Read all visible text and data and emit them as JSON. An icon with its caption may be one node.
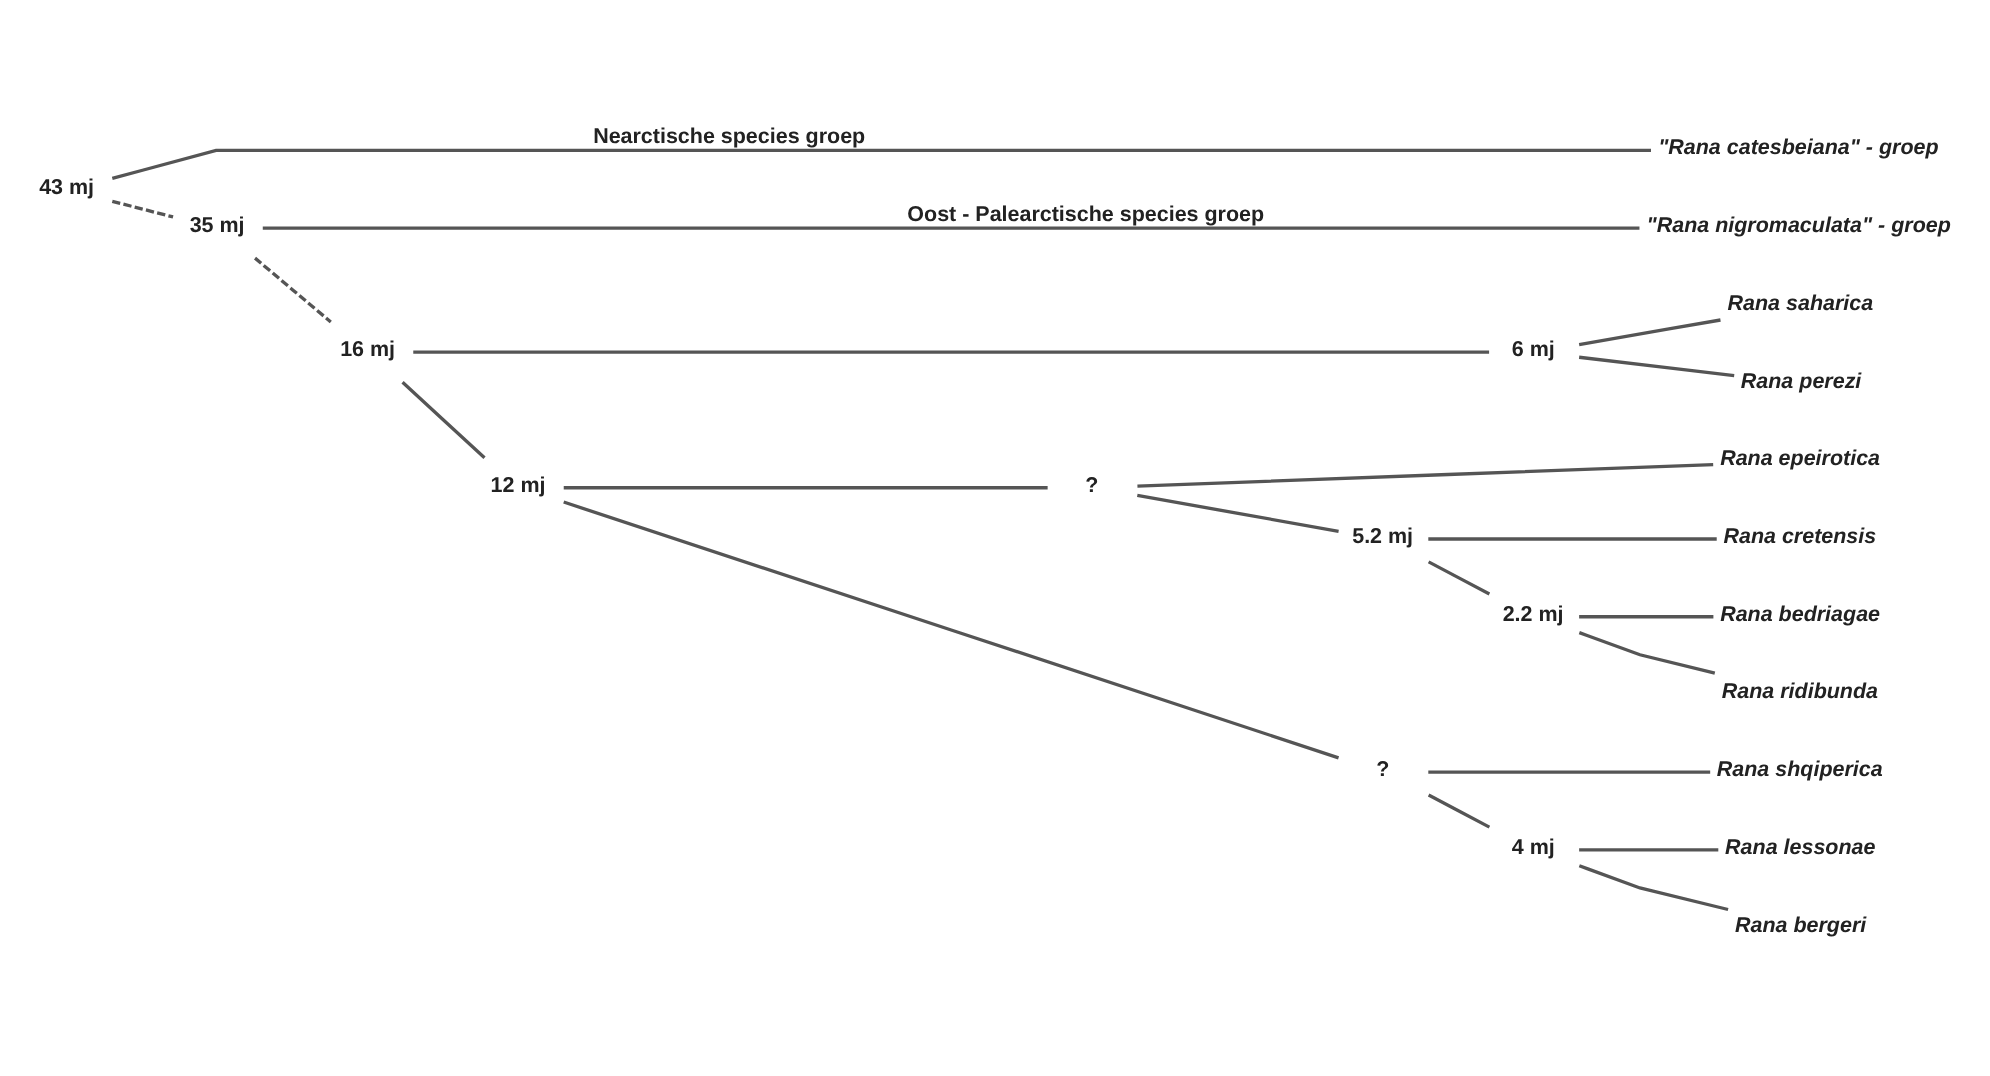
{
  "diagram": {
    "nodes": [
      {
        "text": [
          "43 mj"
        ]
      },
      {
        "text": [
          "\"Rana catesbeiana\" - groep"
        ]
      },
      {
        "text": [
          "35 mj"
        ]
      },
      {
        "text": [
          "\"Rana nigromaculata\" - groep"
        ]
      },
      {
        "text": [
          "16 mj"
        ]
      },
      {
        "text": [
          "6 mj"
        ]
      },
      {
        "text": [
          "Rana saharica"
        ]
      },
      {
        "text": [
          "Rana perezi"
        ]
      },
      {
        "text": [
          "12 mj"
        ]
      },
      {
        "text": [
          "?"
        ]
      },
      {
        "text": [
          "Rana epeirotica"
        ]
      },
      {
        "text": [
          "5.2 mj"
        ]
      },
      {
        "text": [
          "Rana cretensis"
        ]
      },
      {
        "text": [
          "2.2 mj"
        ]
      },
      {
        "text": [
          "Rana bedriagae"
        ]
      },
      {
        "text": [
          "Rana ridibunda"
        ]
      },
      {
        "text": [
          "?"
        ]
      },
      {
        "text": [
          "Rana shqiperica"
        ]
      },
      {
        "text": [
          "4 mj"
        ]
      },
      {
        "text": [
          "Rana lessonae"
        ]
      },
      {
        "text": [
          "Rana bergeri"
        ]
      }
    ],
    "edges": [
      {
        "from": 0,
        "to": 1,
        "arrow": "none",
        "label": "Nearctische species groep"
      },
      {
        "from": 0,
        "to": 2,
        "arrow": "none",
        "style": "dashed"
      },
      {
        "from": 2,
        "to": 3,
        "arrow": "none",
        "label": "Oost - Palearctische species groep"
      },
      {
        "from": 2,
        "to": 4,
        "arrow": "none",
        "style": "dashed"
      },
      {
        "from": 4,
        "to": 5,
        "arrow": "none"
      },
      {
        "from": 5,
        "to": 6,
        "arrow": "none"
      },
      {
        "from": 5,
        "to": 7,
        "arrow": "none"
      },
      {
        "from": 4,
        "to": 8,
        "arrow": "none"
      },
      {
        "from": 8,
        "to": 9,
        "arrow": "none"
      },
      {
        "from": 9,
        "to": 10,
        "arrow": "none"
      },
      {
        "from": 9,
        "to": 11,
        "arrow": "none"
      },
      {
        "from": 11,
        "to": 12,
        "arrow": "none"
      },
      {
        "from": 11,
        "to": 13,
        "arrow": "none"
      },
      {
        "from": 13,
        "to": 14,
        "arrow": "none"
      },
      {
        "from": 13,
        "to": 15,
        "arrow": "none"
      },
      {
        "from": 8,
        "to": 16,
        "arrow": "none"
      },
      {
        "from": 16,
        "to": 17,
        "arrow": "none"
      },
      {
        "from": 16,
        "to": 18,
        "arrow": "none"
      },
      {
        "from": 18,
        "to": 19,
        "arrow": "none"
      },
      {
        "from": 18,
        "to": 20,
        "arrow": "none"
      }
    ]
  }
}
